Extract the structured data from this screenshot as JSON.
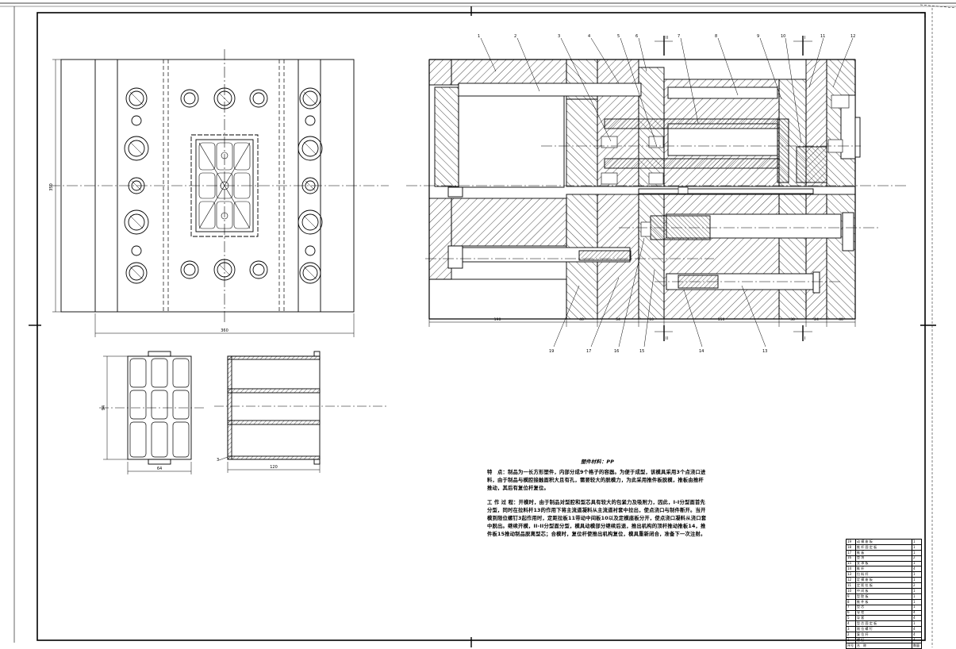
{
  "notes": {
    "title": "塑件材料：PP",
    "features_label": "特　点：",
    "features_text": "制品为一长方形塑件，内部分成9个格子的容器。为便于成型，该模具采用3个点浇口进料，由于制品与模腔接触面积大且有孔，需要较大的脱模力，为此采用推件板脱模，推板由推杆推动，其后有复位杆复位。",
    "operation_label": "工 作 过 程：",
    "operation_text": "开模时，由于制品对型腔和型芯具有较大的包紧力及吸附力，因此，I-I分型面首先分型，同时在拉料杆13的作用下将主流道凝料从主流道衬套中拉出，使点浇口与制件断开。当开模到限位螺钉3起作用时，定距拉板11带动中间板10以及定模座板分开，使点浇口凝料从浇口套中脱出。继续开模，II-II分型面分型，模具动模部分继续后退，推出机构的顶杆推动推板14，推件板15推动制品脱离型芯；合模时，复位杆使推出机构复位，模具重新闭合，准备下一次注射。"
  },
  "dimensions": {
    "plan_height": "350",
    "plan_width": "360",
    "section_lengths": [
      "190",
      "40",
      "54",
      "10",
      "150",
      "30",
      "24",
      "40"
    ],
    "part_width": "64",
    "part_height": "94",
    "part_wall": "3",
    "part_length": "120"
  },
  "section_markers": [
    "II",
    "II",
    "I",
    "I"
  ],
  "leader_numbers_top": [
    "1",
    "2",
    "3",
    "4",
    "5",
    "6",
    "7",
    "8",
    "9",
    "10",
    "11",
    "12"
  ],
  "leader_numbers_bottom": [
    "19",
    "17",
    "16",
    "15",
    "14",
    "13"
  ],
  "bom": {
    "rows": [
      {
        "no": "19",
        "name": "动 模 座 板",
        "qty": "1"
      },
      {
        "no": "18",
        "name": "推 杆 固 定 板",
        "qty": "1"
      },
      {
        "no": "17",
        "name": "推 板",
        "qty": "1"
      },
      {
        "no": "16",
        "name": "垫 块",
        "qty": "2"
      },
      {
        "no": "15",
        "name": "支 承 板",
        "qty": "1"
      },
      {
        "no": "14",
        "name": "推 杆",
        "qty": "4"
      },
      {
        "no": "13",
        "name": "拉 料 杆",
        "qty": "1"
      },
      {
        "no": "12",
        "name": "定 模 座 板",
        "qty": "1"
      },
      {
        "no": "11",
        "name": "定 距 拉 板",
        "qty": "2"
      },
      {
        "no": "10",
        "name": "中 间 板",
        "qty": "1"
      },
      {
        "no": "9",
        "name": "型 腔 板",
        "qty": "1"
      },
      {
        "no": "8",
        "name": "推 件 板",
        "qty": "1"
      },
      {
        "no": "7",
        "name": "型 芯",
        "qty": "1"
      },
      {
        "no": "6",
        "name": "导 柱",
        "qty": "4"
      },
      {
        "no": "5",
        "name": "导 套",
        "qty": "4"
      },
      {
        "no": "4",
        "name": "型 芯 固 定 板",
        "qty": "1"
      },
      {
        "no": "3",
        "name": "限 位 螺 钉",
        "qty": "4"
      },
      {
        "no": "2",
        "name": "复 位 杆",
        "qty": "4"
      },
      {
        "no": "1",
        "name": "螺 钉",
        "qty": "4"
      }
    ],
    "header": {
      "no": "序号",
      "name": "名　称",
      "qty": "数量"
    }
  }
}
